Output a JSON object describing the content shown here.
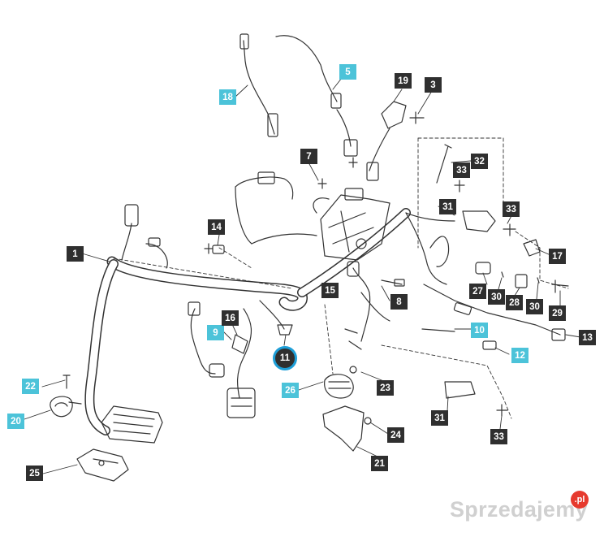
{
  "callouts": [
    {
      "id": "c1",
      "label": "1",
      "style": "dark"
    },
    {
      "id": "c3",
      "label": "3",
      "style": "dark"
    },
    {
      "id": "c5",
      "label": "5",
      "style": "cyan"
    },
    {
      "id": "c7",
      "label": "7",
      "style": "dark"
    },
    {
      "id": "c8",
      "label": "8",
      "style": "dark"
    },
    {
      "id": "c9",
      "label": "9",
      "style": "cyan"
    },
    {
      "id": "c10",
      "label": "10",
      "style": "cyan"
    },
    {
      "id": "c11",
      "label": "11",
      "style": "highlighted"
    },
    {
      "id": "c12",
      "label": "12",
      "style": "cyan"
    },
    {
      "id": "c13",
      "label": "13",
      "style": "dark"
    },
    {
      "id": "c14",
      "label": "14",
      "style": "dark"
    },
    {
      "id": "c15",
      "label": "15",
      "style": "dark"
    },
    {
      "id": "c16",
      "label": "16",
      "style": "dark"
    },
    {
      "id": "c17",
      "label": "17",
      "style": "dark"
    },
    {
      "id": "c18",
      "label": "18",
      "style": "cyan"
    },
    {
      "id": "c19",
      "label": "19",
      "style": "dark"
    },
    {
      "id": "c20",
      "label": "20",
      "style": "cyan"
    },
    {
      "id": "c21",
      "label": "21",
      "style": "dark"
    },
    {
      "id": "c22",
      "label": "22",
      "style": "cyan"
    },
    {
      "id": "c23",
      "label": "23",
      "style": "dark"
    },
    {
      "id": "c24",
      "label": "24",
      "style": "dark"
    },
    {
      "id": "c25",
      "label": "25",
      "style": "dark"
    },
    {
      "id": "c26",
      "label": "26",
      "style": "cyan"
    },
    {
      "id": "c27",
      "label": "27",
      "style": "dark"
    },
    {
      "id": "c28",
      "label": "28",
      "style": "dark"
    },
    {
      "id": "c29",
      "label": "29",
      "style": "dark"
    },
    {
      "id": "c30a",
      "label": "30",
      "style": "dark"
    },
    {
      "id": "c30b",
      "label": "30",
      "style": "dark"
    },
    {
      "id": "c31a",
      "label": "31",
      "style": "dark"
    },
    {
      "id": "c31b",
      "label": "31",
      "style": "dark"
    },
    {
      "id": "c32",
      "label": "32",
      "style": "dark"
    },
    {
      "id": "c33a",
      "label": "33",
      "style": "dark"
    },
    {
      "id": "c33b",
      "label": "33",
      "style": "dark"
    },
    {
      "id": "c33c",
      "label": "33",
      "style": "dark"
    }
  ],
  "watermark": {
    "text": "Sprzedajemy",
    "badge": ".pl"
  },
  "colors": {
    "dark_label": "#2f2f2f",
    "cyan_label": "#4cc3d9",
    "highlight_ring": "#1e9fd8",
    "line": "#333333"
  }
}
